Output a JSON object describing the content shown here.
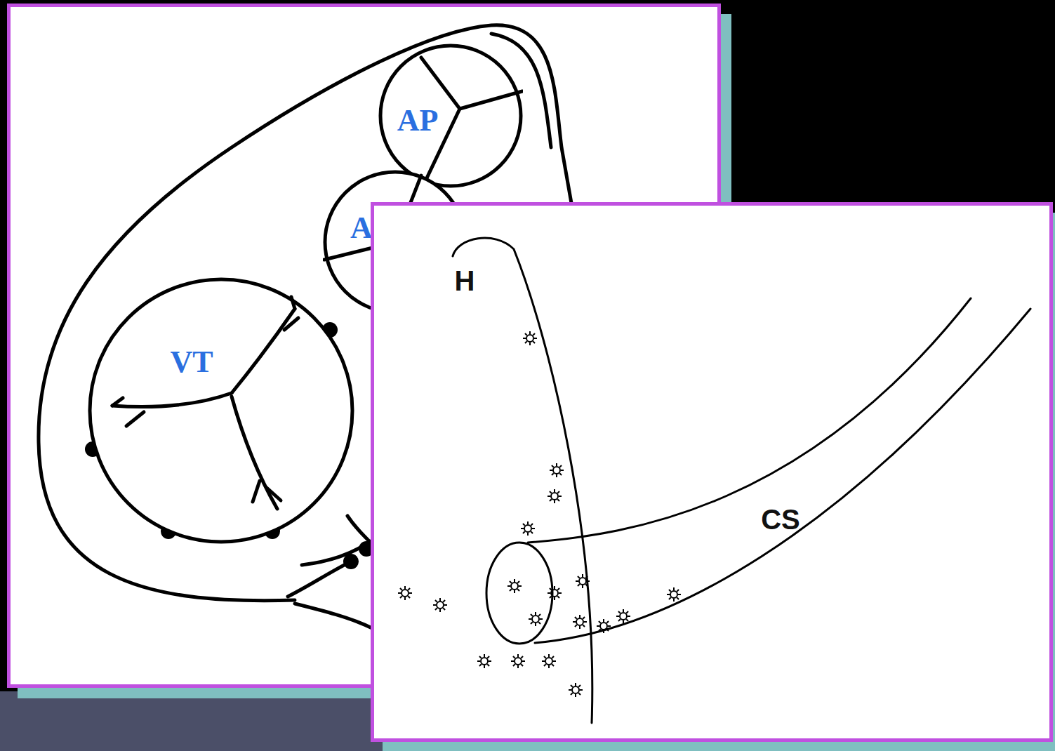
{
  "diagram": {
    "nodes": [
      {
        "text": [
          "AP"
        ]
      },
      {
        "text": [
          "A"
        ]
      },
      {
        "text": [
          "VT"
        ]
      }
    ],
    "labels": [
      "H",
      "CS"
    ]
  }
}
